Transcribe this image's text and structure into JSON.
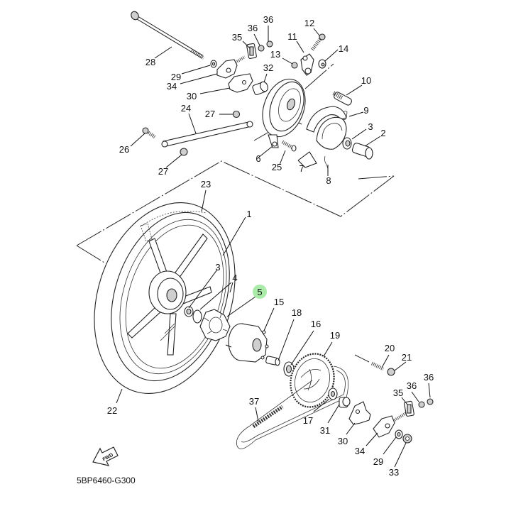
{
  "diagram": {
    "title": "Rear wheel exploded parts diagram",
    "diagram_code": "5BP6460-G300",
    "direction_arrow_label": "FWD",
    "highlighted_part": "5",
    "highlight_color": "#9be89b",
    "callouts": [
      {
        "id": "c28",
        "label": "28"
      },
      {
        "id": "c29a",
        "label": "29"
      },
      {
        "id": "c34a",
        "label": "34"
      },
      {
        "id": "c30a",
        "label": "30"
      },
      {
        "id": "c35a",
        "label": "35"
      },
      {
        "id": "c36a",
        "label": "36"
      },
      {
        "id": "c36b",
        "label": "36"
      },
      {
        "id": "c32",
        "label": "32"
      },
      {
        "id": "c13",
        "label": "13"
      },
      {
        "id": "c11",
        "label": "11"
      },
      {
        "id": "c12",
        "label": "12"
      },
      {
        "id": "c14",
        "label": "14"
      },
      {
        "id": "c10",
        "label": "10"
      },
      {
        "id": "c9",
        "label": "9"
      },
      {
        "id": "c3a",
        "label": "3"
      },
      {
        "id": "c2",
        "label": "2"
      },
      {
        "id": "c24",
        "label": "24"
      },
      {
        "id": "c27a",
        "label": "27"
      },
      {
        "id": "c26",
        "label": "26"
      },
      {
        "id": "c27b",
        "label": "27"
      },
      {
        "id": "c6",
        "label": "6"
      },
      {
        "id": "c25",
        "label": "25"
      },
      {
        "id": "c7",
        "label": "7"
      },
      {
        "id": "c8",
        "label": "8"
      },
      {
        "id": "c23",
        "label": "23"
      },
      {
        "id": "c1",
        "label": "1"
      },
      {
        "id": "c3b",
        "label": "3"
      },
      {
        "id": "c4",
        "label": "4"
      },
      {
        "id": "c5",
        "label": "5"
      },
      {
        "id": "c15",
        "label": "15"
      },
      {
        "id": "c18",
        "label": "18"
      },
      {
        "id": "c16",
        "label": "16"
      },
      {
        "id": "c19",
        "label": "19"
      },
      {
        "id": "c20",
        "label": "20"
      },
      {
        "id": "c21",
        "label": "21"
      },
      {
        "id": "c36c",
        "label": "36"
      },
      {
        "id": "c36d",
        "label": "36"
      },
      {
        "id": "c35b",
        "label": "35"
      },
      {
        "id": "c37",
        "label": "37"
      },
      {
        "id": "c17",
        "label": "17"
      },
      {
        "id": "c31",
        "label": "31"
      },
      {
        "id": "c30b",
        "label": "30"
      },
      {
        "id": "c34b",
        "label": "34"
      },
      {
        "id": "c29b",
        "label": "29"
      },
      {
        "id": "c33",
        "label": "33"
      },
      {
        "id": "c22",
        "label": "22"
      }
    ]
  }
}
